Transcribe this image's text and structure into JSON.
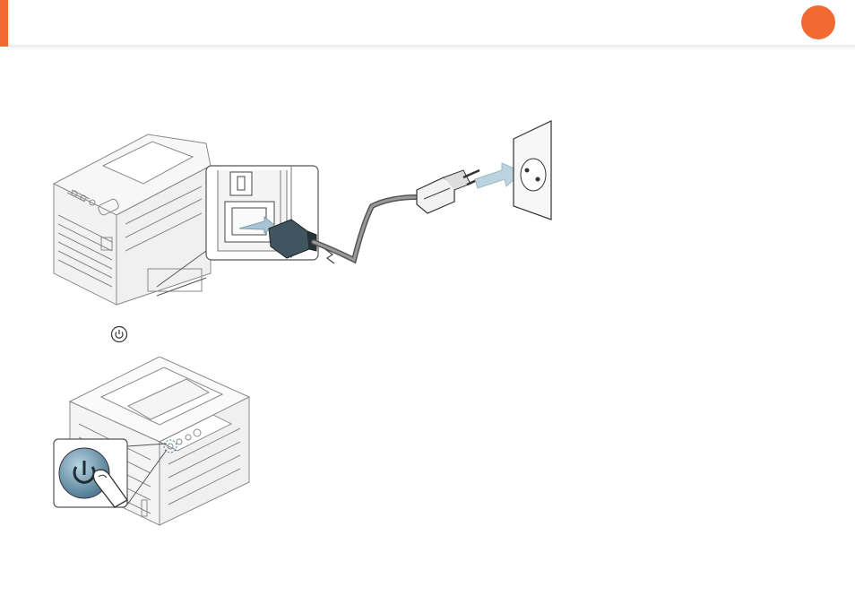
{
  "header": {
    "accent_color": "#f26a31",
    "chapter_indicator_color": "#f26a31"
  },
  "figures": [
    {
      "name": "power-cord-connection",
      "icon": "printer-rear-power-cord-outlet"
    },
    {
      "name": "power-button-press",
      "icon": "printer-power-button-finger"
    }
  ],
  "power_symbol": {
    "icon": "power-icon"
  }
}
